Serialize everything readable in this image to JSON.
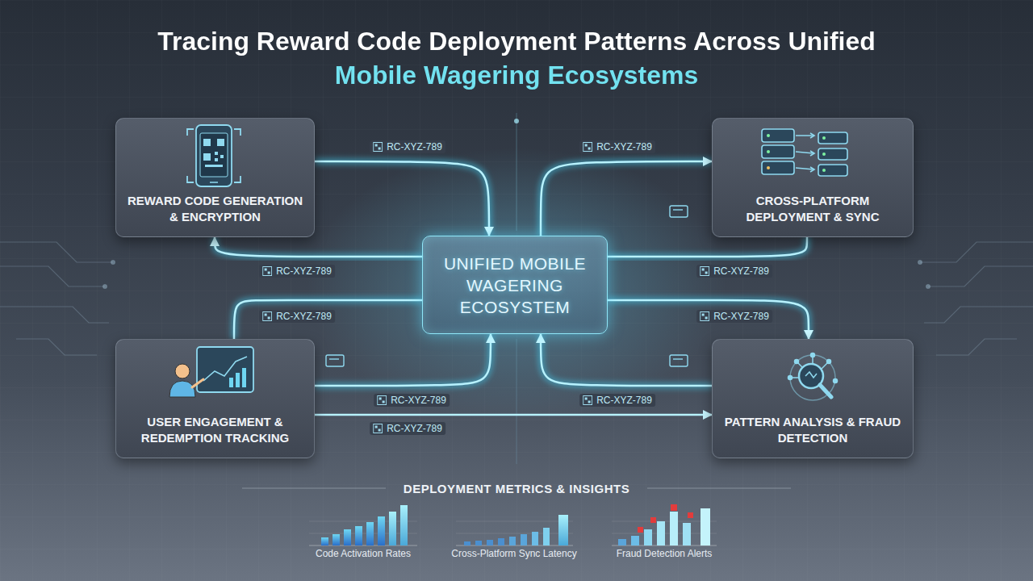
{
  "diagram": {
    "title": "Tracing Reward Code Deployment Patterns Across Unified Mobile Wagering Ecosystems",
    "nodes": [
      {
        "text": [
          "REWARD CODE GENERATION & ENCRYPTION"
        ]
      },
      {
        "text": [
          "CROSS-PLATFORM DEPLOYMENT & SYNC"
        ]
      },
      {
        "text": [
          "UNIFIED MOBILE WAGERING ECOSYSTEM"
        ]
      },
      {
        "text": [
          "USER ENGAGEMENT & REDEMPTION TRACKING"
        ]
      },
      {
        "text": [
          "PATTERN ANALYSIS & FRAUD DETECTION"
        ]
      }
    ],
    "edges": [
      {
        "from": 0,
        "to": 2,
        "label": "RC-XYZ-789",
        "arrow": "to"
      },
      {
        "from": 2,
        "to": 1,
        "label": "RC-XYZ-789",
        "arrow": "to"
      },
      {
        "from": 2,
        "to": 0,
        "label": "RC-XYZ-789",
        "arrow": "to"
      },
      {
        "from": 3,
        "to": 2,
        "label": "RC-XYZ-789",
        "arrow": "none"
      },
      {
        "from": 2,
        "to": 1,
        "label": "RC-XYZ-789",
        "arrow": "none"
      },
      {
        "from": 2,
        "to": 4,
        "label": "RC-XYZ-789",
        "arrow": "to"
      },
      {
        "from": 3,
        "to": 2,
        "label": "RC-XYZ-789",
        "arrow": "to"
      },
      {
        "from": 3,
        "to": 4,
        "label": "RC-XYZ-789",
        "arrow": "to"
      },
      {
        "from": 4,
        "to": 2,
        "label": "RC-XYZ-789",
        "arrow": "to"
      }
    ],
    "labels": [
      "DEPLOYMENT METRICS & INSIGHTS",
      "Code Activation Rates",
      "Cross-Platform Sync Latency",
      "Fraud Detection Alerts"
    ]
  }
}
